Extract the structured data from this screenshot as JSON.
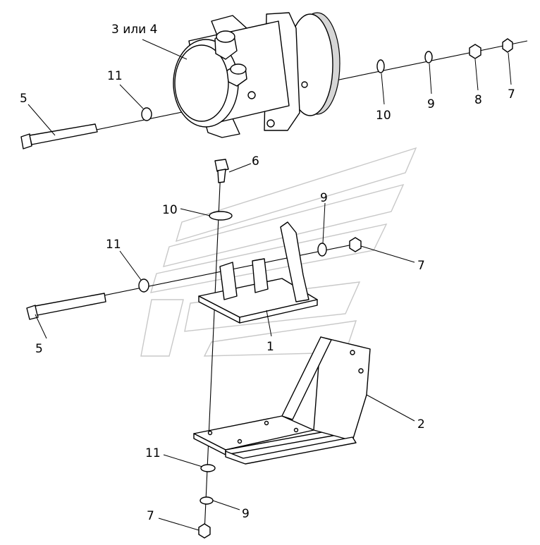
{
  "callouts": {
    "compressor": "3 или 4",
    "bolt_top": "5",
    "washer_top": "11",
    "washer_flat_top": "10",
    "spring_washer_top": "9",
    "nut_special_top": "8",
    "nut_top": "7",
    "bolt_small": "6",
    "washer_flat_mid": "10",
    "spring_washer_mid": "9",
    "washer_mid": "11",
    "nut_mid": "7",
    "bolt_mid": "5",
    "bracket_upper": "1",
    "bracket_lower": "2",
    "washer_bottom": "11",
    "spring_washer_bottom": "9",
    "nut_bottom": "7"
  }
}
